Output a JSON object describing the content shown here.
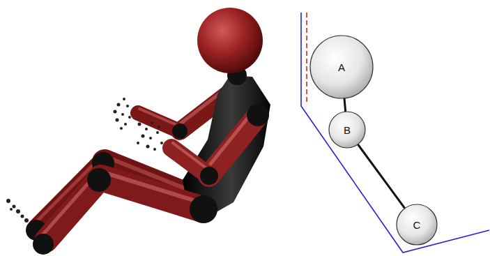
{
  "diagram": {
    "nodes": [
      {
        "text": [
          "A"
        ]
      },
      {
        "text": [
          "B"
        ]
      },
      {
        "text": [
          "C"
        ]
      }
    ],
    "edges": [
      {
        "from": 0,
        "to": 1,
        "arrow": "none"
      },
      {
        "from": 1,
        "to": 2,
        "arrow": "none"
      }
    ]
  }
}
